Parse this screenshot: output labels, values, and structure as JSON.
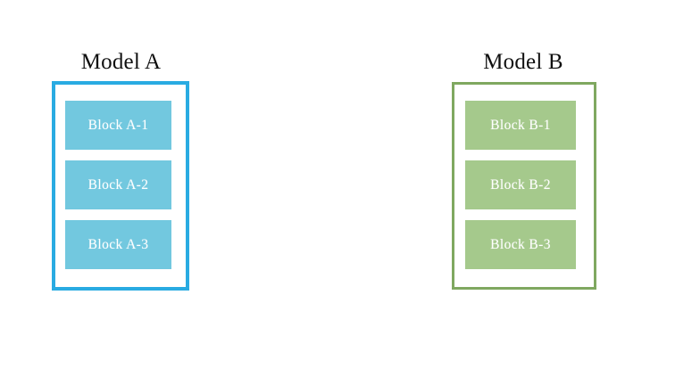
{
  "background_color": "#ffffff",
  "models": [
    {
      "id": "model-a",
      "title": "Model A",
      "border_color": "#29abe2",
      "block_color": "#72c8df",
      "block_text_color": "#ffffff",
      "blocks": [
        {
          "label": "Block A-1"
        },
        {
          "label": "Block A-2"
        },
        {
          "label": "Block A-3"
        }
      ]
    },
    {
      "id": "model-b",
      "title": "Model B",
      "border_color": "#7fa860",
      "block_color": "#a5c98c",
      "block_text_color": "#ffffff",
      "blocks": [
        {
          "label": "Block B-1"
        },
        {
          "label": "Block B-2"
        },
        {
          "label": "Block B-3"
        }
      ]
    }
  ]
}
